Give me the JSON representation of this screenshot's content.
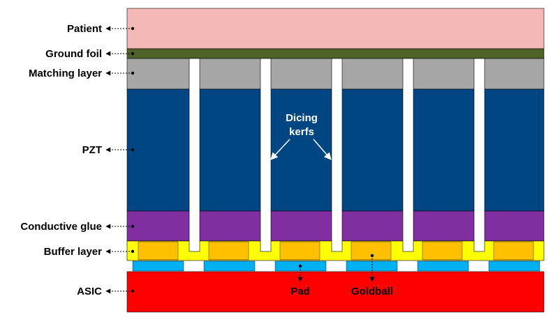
{
  "labels": {
    "patient": "Patient",
    "ground_foil": "Ground foil",
    "matching_layer": "Matching layer",
    "pzt": "PZT",
    "conductive_glue": "Conductive glue",
    "buffer_layer": "Buffer layer",
    "asic": "ASIC"
  },
  "annotations": {
    "dicing_kerfs_line1": "Dicing",
    "dicing_kerfs_line2": "kerfs",
    "pad": "Pad",
    "goldball": "Goldball"
  },
  "colors": {
    "patient": "#f4b9b6",
    "ground_foil": "#4f6228",
    "matching_layer": "#a6a6a6",
    "pzt": "#004683",
    "conductive_glue": "#7f2fa0",
    "buffer_layer": "#ffff00",
    "goldball": "#ffc000",
    "pad": "#00b0f0",
    "asic": "#ff0000",
    "kerf": "#ffffff"
  }
}
